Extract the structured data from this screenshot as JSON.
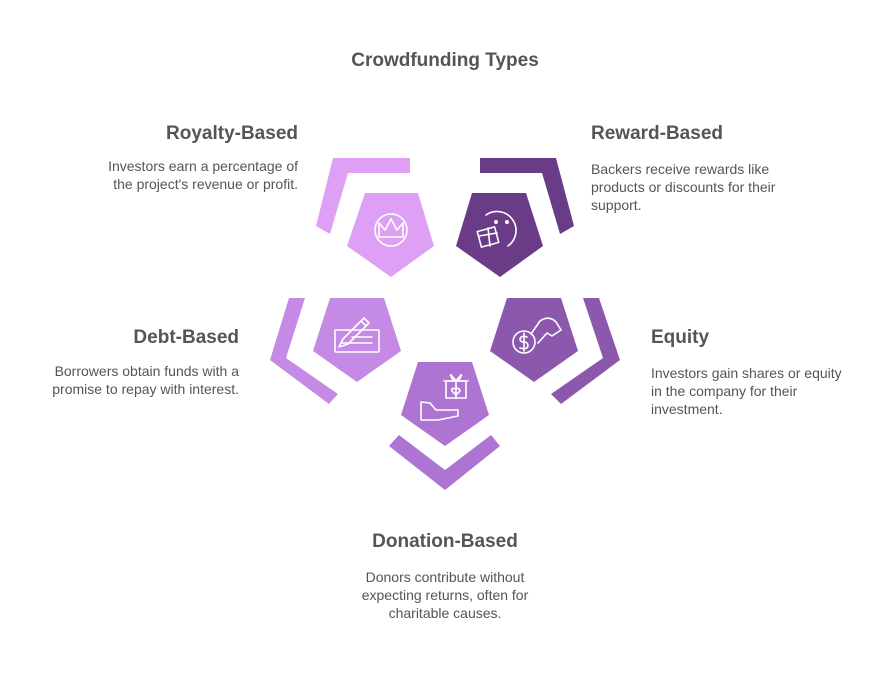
{
  "title": "Crowdfunding Types",
  "items": [
    {
      "id": "royalty",
      "heading": "Royalty-Based",
      "description_lines": [
        "Investors earn a percentage of",
        "the project's revenue or profit."
      ],
      "color": "#DDA0F5",
      "icon": "crown-icon"
    },
    {
      "id": "reward",
      "heading": "Reward-Based",
      "description_lines": [
        "Backers receive rewards like",
        "products or discounts for their",
        "support."
      ],
      "color": "#6A3C88",
      "icon": "gift-smile-icon"
    },
    {
      "id": "debt",
      "heading": "Debt-Based",
      "description_lines": [
        "Borrowers obtain funds with a",
        "promise to repay with interest."
      ],
      "color": "#C48AE6",
      "icon": "check-signing-icon"
    },
    {
      "id": "equity",
      "heading": "Equity",
      "description_lines": [
        "Investors gain shares or equity",
        "in the company for their",
        "investment."
      ],
      "color": "#8C58AE",
      "icon": "hand-coin-icon"
    },
    {
      "id": "donation",
      "heading": "Donation-Based",
      "description_lines": [
        "Donors contribute without",
        "expecting returns, often for",
        "charitable causes."
      ],
      "color": "#AE74D3",
      "icon": "gift-hand-icon"
    }
  ]
}
